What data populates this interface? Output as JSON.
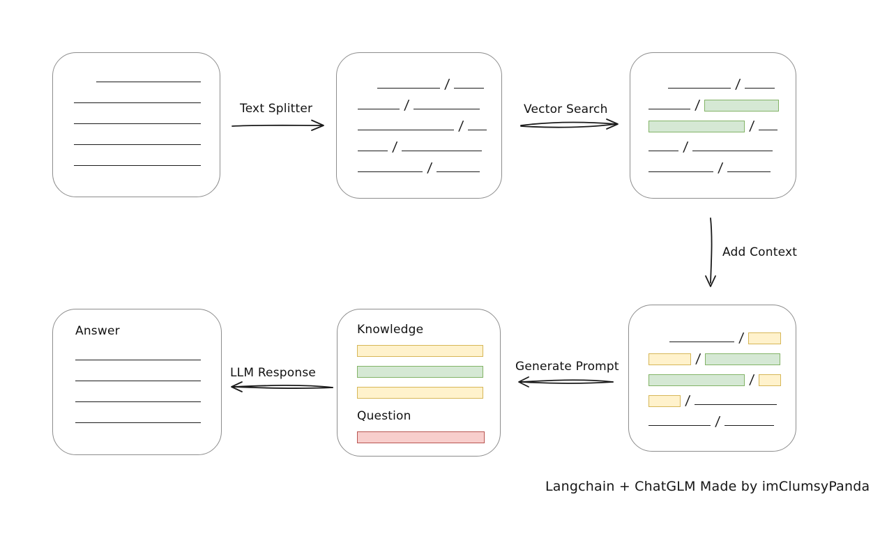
{
  "caption": "Langchain + ChatGLM Made by imClumsyPanda",
  "slash": "/",
  "arrow_labels": {
    "text_splitter": "Text Splitter",
    "vector_search": "Vector Search",
    "add_context": "Add Context",
    "generate_prompt": "Generate Prompt",
    "llm_response": "LLM Response"
  },
  "prompt_box": {
    "knowledge_label": "Knowledge",
    "question_label": "Question"
  },
  "answer_box": {
    "label": "Answer"
  },
  "colors": {
    "green_fill": "#d5e8d4",
    "green_stroke": "#82b366",
    "yellow_fill": "#fff2cc",
    "yellow_stroke": "#d6b656",
    "red_fill": "#f8cecc",
    "red_stroke": "#b85450",
    "box_stroke": "#8c8c8c",
    "line_color": "#1a1a1a"
  },
  "boxes": {
    "document": {
      "rows": [
        {
          "indent": 32,
          "segments": [
            {
              "t": "line",
              "w": 150
            }
          ]
        },
        {
          "segments": [
            {
              "t": "line",
              "w": 182
            }
          ]
        },
        {
          "segments": [
            {
              "t": "line",
              "w": 182
            }
          ]
        },
        {
          "segments": [
            {
              "t": "line",
              "w": 182
            }
          ]
        },
        {
          "segments": [
            {
              "t": "line",
              "w": 182
            }
          ]
        }
      ]
    },
    "split_text": {
      "rows": [
        {
          "indent": 28,
          "segments": [
            {
              "t": "line",
              "w": 90
            },
            {
              "t": "slash"
            },
            {
              "t": "line",
              "w": 43
            }
          ]
        },
        {
          "segments": [
            {
              "t": "line",
              "w": 60
            },
            {
              "t": "slash"
            },
            {
              "t": "line",
              "w": 95
            }
          ]
        },
        {
          "segments": [
            {
              "t": "line",
              "w": 138
            },
            {
              "t": "slash"
            },
            {
              "t": "line",
              "w": 27
            }
          ]
        },
        {
          "segments": [
            {
              "t": "line",
              "w": 43
            },
            {
              "t": "slash"
            },
            {
              "t": "line",
              "w": 115
            }
          ]
        },
        {
          "segments": [
            {
              "t": "line",
              "w": 93
            },
            {
              "t": "slash"
            },
            {
              "t": "line",
              "w": 62
            }
          ]
        }
      ]
    },
    "vector_result": {
      "rows": [
        {
          "indent": 28,
          "segments": [
            {
              "t": "line",
              "w": 90
            },
            {
              "t": "slash"
            },
            {
              "t": "line",
              "w": 43
            }
          ]
        },
        {
          "segments": [
            {
              "t": "line",
              "w": 60
            },
            {
              "t": "slash"
            },
            {
              "t": "green",
              "w": 107
            }
          ]
        },
        {
          "segments": [
            {
              "t": "green",
              "w": 138
            },
            {
              "t": "slash"
            },
            {
              "t": "line",
              "w": 27
            }
          ]
        },
        {
          "segments": [
            {
              "t": "line",
              "w": 43
            },
            {
              "t": "slash"
            },
            {
              "t": "line",
              "w": 115
            }
          ]
        },
        {
          "segments": [
            {
              "t": "line",
              "w": 93
            },
            {
              "t": "slash"
            },
            {
              "t": "line",
              "w": 62
            }
          ]
        }
      ]
    },
    "context_result": {
      "rows": [
        {
          "indent": 30,
          "segments": [
            {
              "t": "line",
              "w": 93
            },
            {
              "t": "slash"
            },
            {
              "t": "yellow",
              "w": 47
            }
          ]
        },
        {
          "segments": [
            {
              "t": "yellow",
              "w": 61
            },
            {
              "t": "slash"
            },
            {
              "t": "green",
              "w": 108
            }
          ]
        },
        {
          "segments": [
            {
              "t": "green",
              "w": 138
            },
            {
              "t": "slash"
            },
            {
              "t": "yellow",
              "w": 32
            }
          ]
        },
        {
          "segments": [
            {
              "t": "yellow",
              "w": 46
            },
            {
              "t": "slash"
            },
            {
              "t": "line",
              "w": 118
            }
          ]
        },
        {
          "segments": [
            {
              "t": "line",
              "w": 89
            },
            {
              "t": "slash"
            },
            {
              "t": "line",
              "w": 71
            }
          ]
        }
      ]
    },
    "knowledge_bars": {
      "rows": [
        {
          "segments": [
            {
              "t": "yellow",
              "w": 181
            }
          ]
        },
        {
          "segments": [
            {
              "t": "green",
              "w": 181
            }
          ]
        },
        {
          "segments": [
            {
              "t": "yellow",
              "w": 181
            }
          ]
        }
      ]
    },
    "question_bar": {
      "rows": [
        {
          "segments": [
            {
              "t": "red",
              "w": 183
            }
          ]
        }
      ]
    },
    "answer_lines": {
      "rows": [
        {
          "segments": [
            {
              "t": "line",
              "w": 180
            }
          ]
        },
        {
          "segments": [
            {
              "t": "line",
              "w": 180
            }
          ]
        },
        {
          "segments": [
            {
              "t": "line",
              "w": 180
            }
          ]
        },
        {
          "segments": [
            {
              "t": "line",
              "w": 180
            }
          ]
        }
      ]
    }
  }
}
